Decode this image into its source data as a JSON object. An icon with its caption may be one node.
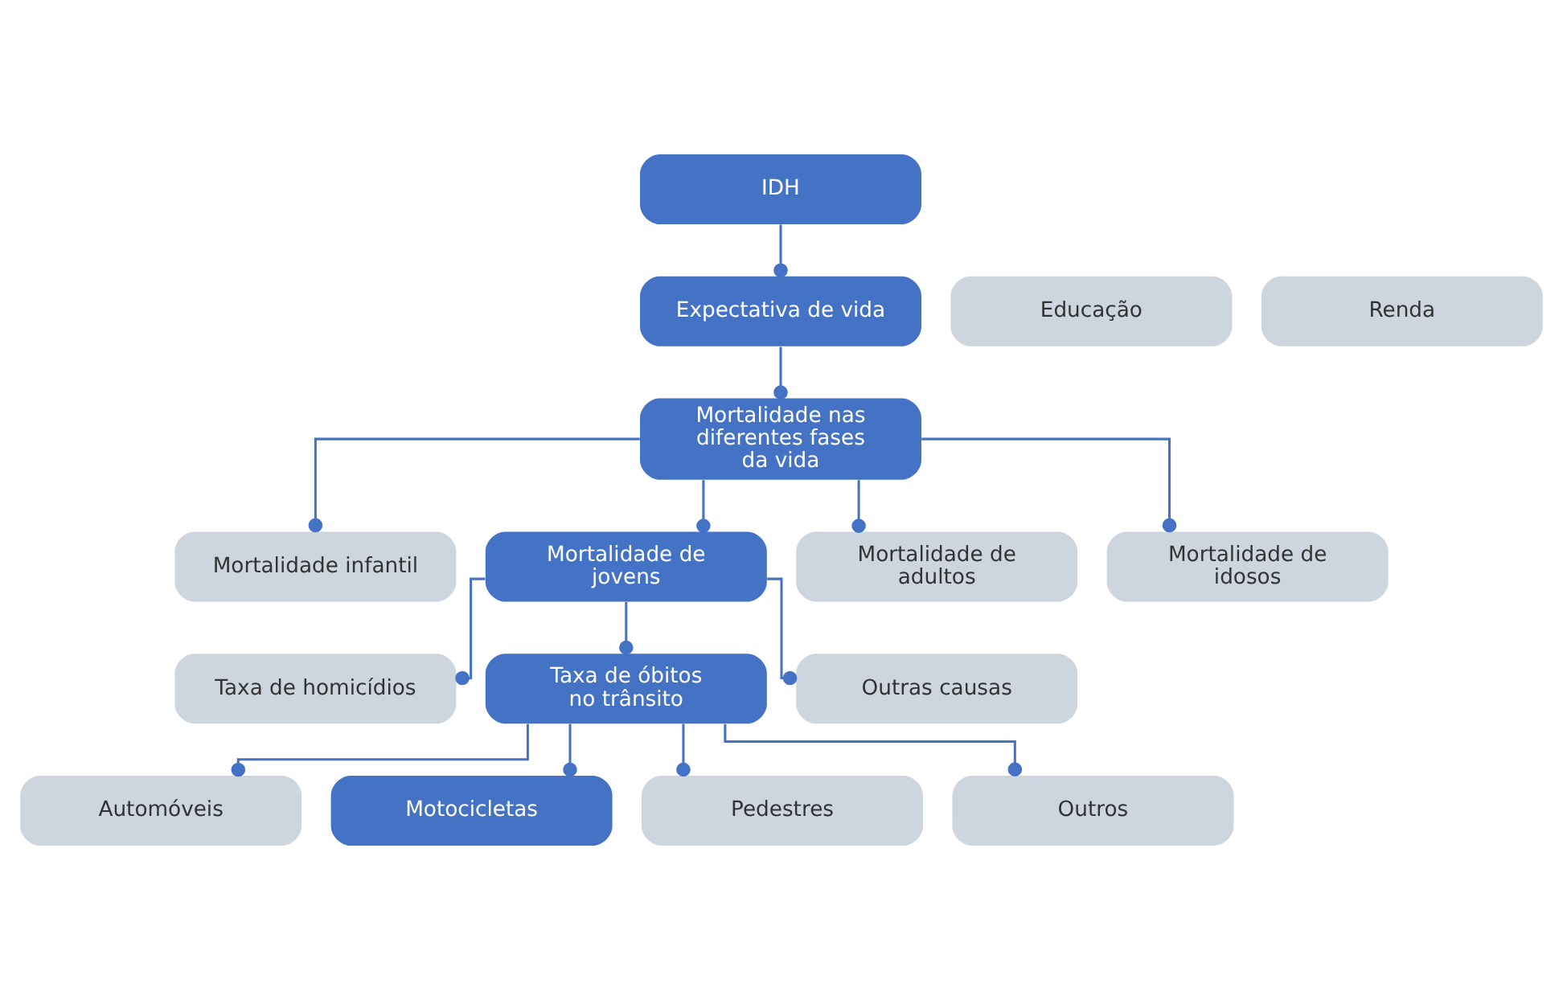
{
  "diagram": {
    "nodes": [
      {
        "text": [
          "IDH"
        ]
      },
      {
        "text": [
          "Expectativa de vida"
        ]
      },
      {
        "text": [
          "Educação"
        ]
      },
      {
        "text": [
          "Renda"
        ]
      },
      {
        "text": [
          "Mortalidade nas diferentes fases da vida"
        ]
      },
      {
        "text": [
          "Mortalidade infantil"
        ]
      },
      {
        "text": [
          "Mortalidade de jovens"
        ]
      },
      {
        "text": [
          "Mortalidade de adultos"
        ]
      },
      {
        "text": [
          "Mortalidade de idosos"
        ]
      },
      {
        "text": [
          "Taxa de homicídios"
        ]
      },
      {
        "text": [
          "Taxa de óbitos no trânsito"
        ]
      },
      {
        "text": [
          "Outras causas"
        ]
      },
      {
        "text": [
          "Automóveis"
        ]
      },
      {
        "text": [
          "Motocicletas"
        ]
      },
      {
        "text": [
          "Pedestres"
        ]
      },
      {
        "text": [
          "Outros"
        ]
      }
    ],
    "edges": [
      {
        "from": 0,
        "to": 1,
        "arrow": "other"
      },
      {
        "from": 1,
        "to": 4,
        "arrow": "other"
      },
      {
        "from": 4,
        "to": 5,
        "arrow": "other"
      },
      {
        "from": 4,
        "to": 6,
        "arrow": "other"
      },
      {
        "from": 4,
        "to": 7,
        "arrow": "other"
      },
      {
        "from": 4,
        "to": 8,
        "arrow": "other"
      },
      {
        "from": 6,
        "to": 9,
        "arrow": "other"
      },
      {
        "from": 6,
        "to": 10,
        "arrow": "other"
      },
      {
        "from": 6,
        "to": 11,
        "arrow": "other"
      },
      {
        "from": 10,
        "to": 12,
        "arrow": "other"
      },
      {
        "from": 10,
        "to": 13,
        "arrow": "other"
      },
      {
        "from": 10,
        "to": 14,
        "arrow": "other"
      },
      {
        "from": 10,
        "to": 15,
        "arrow": "other"
      }
    ]
  }
}
